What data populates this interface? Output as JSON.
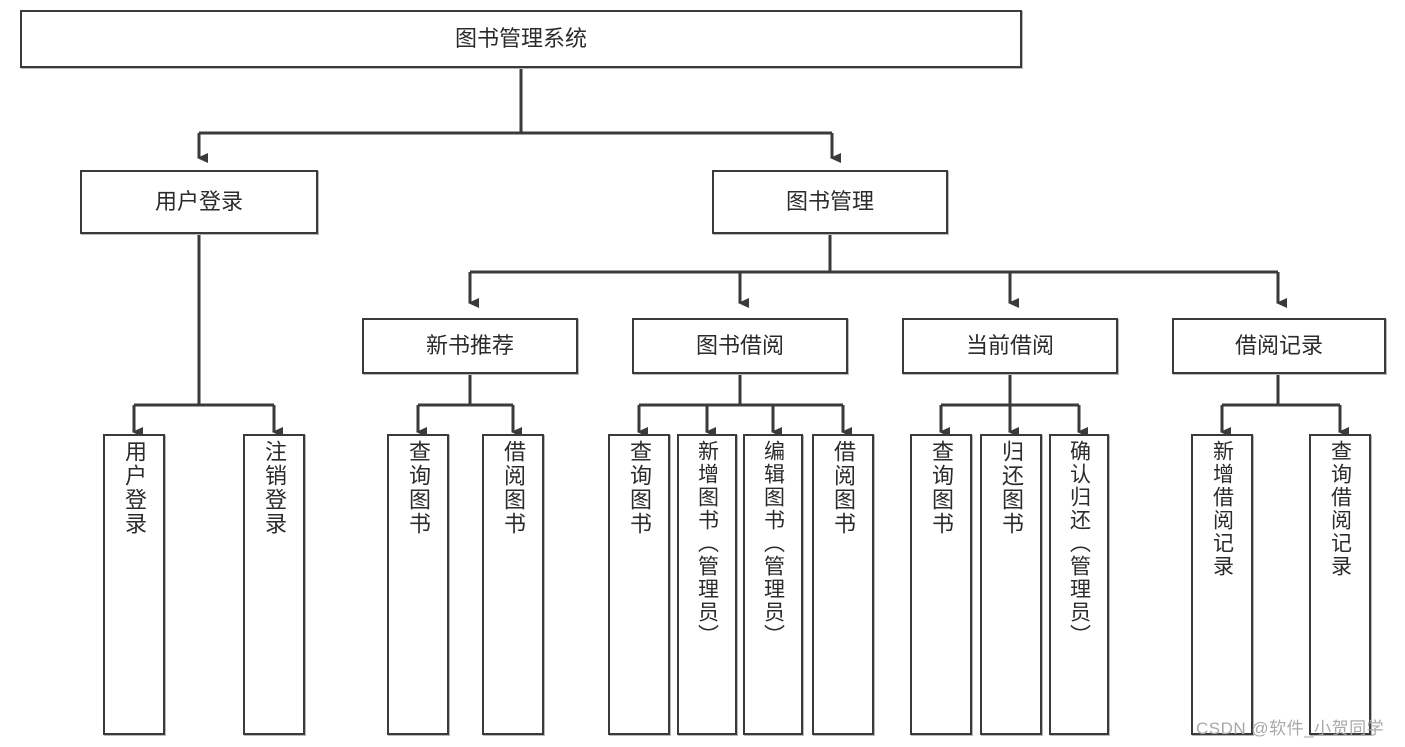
{
  "diagram": {
    "title": "图书管理系统",
    "type": "tree-hierarchy",
    "levels": {
      "root": {
        "label": "图书管理系统"
      },
      "level2": [
        {
          "id": "user-login",
          "label": "用户登录"
        },
        {
          "id": "book-management",
          "label": "图书管理"
        }
      ],
      "level3": [
        {
          "id": "new-book-recommend",
          "label": "新书推荐",
          "parent": "book-management"
        },
        {
          "id": "book-borrow",
          "label": "图书借阅",
          "parent": "book-management"
        },
        {
          "id": "current-borrow",
          "label": "当前借阅",
          "parent": "book-management"
        },
        {
          "id": "borrow-record",
          "label": "借阅记录",
          "parent": "book-management"
        }
      ],
      "leaves": [
        {
          "id": "leaf-user-login",
          "label": "用户登录",
          "parent": "user-login"
        },
        {
          "id": "leaf-logout-login",
          "label": "注销登录",
          "parent": "user-login"
        },
        {
          "id": "leaf-query-book-1",
          "label": "查询图书",
          "parent": "new-book-recommend"
        },
        {
          "id": "leaf-borrow-book-1",
          "label": "借阅图书",
          "parent": "new-book-recommend"
        },
        {
          "id": "leaf-query-book-2",
          "label": "查询图书",
          "parent": "book-borrow"
        },
        {
          "id": "leaf-add-book",
          "label": "新增图书（管理员）",
          "parent": "book-borrow"
        },
        {
          "id": "leaf-edit-book",
          "label": "编辑图书（管理员）",
          "parent": "book-borrow"
        },
        {
          "id": "leaf-borrow-book-2",
          "label": "借阅图书",
          "parent": "book-borrow"
        },
        {
          "id": "leaf-query-book-3",
          "label": "查询图书",
          "parent": "current-borrow"
        },
        {
          "id": "leaf-return-book",
          "label": "归还图书",
          "parent": "current-borrow"
        },
        {
          "id": "leaf-confirm-return",
          "label": "确认归还（管理员）",
          "parent": "current-borrow"
        },
        {
          "id": "leaf-add-record",
          "label": "新增借阅记录",
          "parent": "borrow-record"
        },
        {
          "id": "leaf-query-record",
          "label": "查询借阅记录",
          "parent": "borrow-record"
        }
      ]
    },
    "watermark": "CSDN @软件_小贺同学",
    "colors": {
      "node_border": "#3a3a3a",
      "node_fill": "#ffffff",
      "edge": "#3a3a3a",
      "text": "#2b2b2b",
      "watermark": "#a9a9a9",
      "background": "#ffffff"
    }
  }
}
